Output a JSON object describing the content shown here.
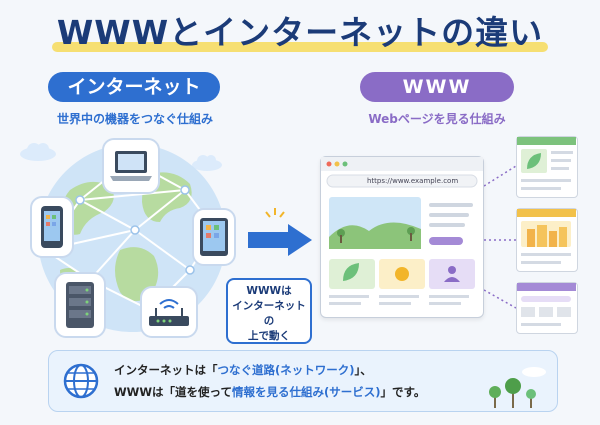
{
  "title": "WWWとインターネットの違い",
  "left": {
    "label": "インターネット",
    "subtitle": "世界中の機器をつなぐ仕組み"
  },
  "right": {
    "label": "WWW",
    "subtitle": "Webページを見る仕組み"
  },
  "callout": {
    "line1": "WWWは",
    "line2": "インターネットの",
    "line3": "上で動く"
  },
  "browser": {
    "url": "https://www.example.com"
  },
  "note": {
    "line1_a": "インターネットは「",
    "line1_hl": "つなぐ道路(ネットワーク)",
    "line1_b": "」、",
    "line2_a": "WWWは「道を使って",
    "line2_hl": "情報を見る仕組み(サービス)",
    "line2_b": "」です。"
  },
  "colors": {
    "blue": "#2e6fd0",
    "purple": "#8a6cc6",
    "navy": "#1b3b78",
    "highlight": "#f6df72"
  },
  "icons": [
    "laptop-icon",
    "smartphone-icon",
    "tablet-icon",
    "server-icon",
    "router-icon",
    "globe-icon",
    "browser-icon",
    "leaf-icon",
    "sun-icon",
    "user-icon",
    "city-icon",
    "tree-icon",
    "cloud-icon",
    "arrow-right-icon"
  ]
}
